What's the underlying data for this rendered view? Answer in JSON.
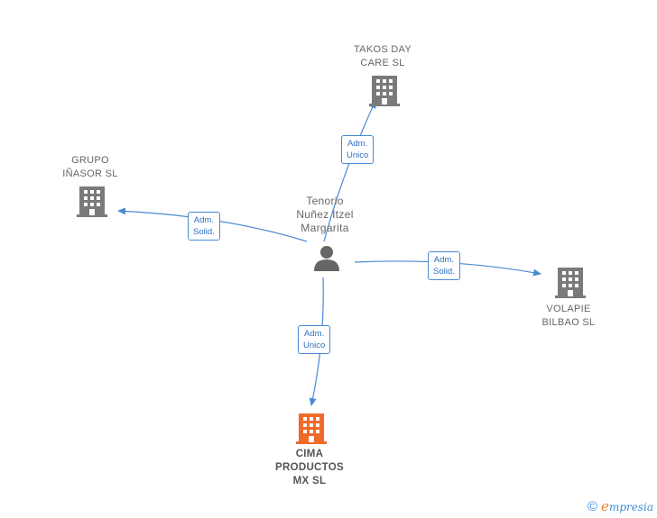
{
  "center": {
    "lines": [
      "Tenorio",
      "Nuñez Itzel",
      "Margarita"
    ],
    "icon": "person-icon",
    "color": "#666666"
  },
  "companies": [
    {
      "id": "takos",
      "lines": [
        "TAKOS DAY",
        "CARE  SL"
      ],
      "icon": "building-icon",
      "color": "#7a7a7a"
    },
    {
      "id": "grupo",
      "lines": [
        "GRUPO",
        "IÑASOR  SL"
      ],
      "icon": "building-icon",
      "color": "#7a7a7a"
    },
    {
      "id": "volapie",
      "lines": [
        "VOLAPIE",
        "BILBAO  SL"
      ],
      "icon": "building-icon",
      "color": "#7a7a7a"
    },
    {
      "id": "cima",
      "lines": [
        "CIMA",
        "PRODUCTOS",
        "MX  SL"
      ],
      "icon": "building-icon",
      "color": "#f06a2a",
      "highlight": true
    }
  ],
  "relations": [
    {
      "to": "takos",
      "lines": [
        "Adm.",
        "Unico"
      ]
    },
    {
      "to": "grupo",
      "lines": [
        "Adm.",
        "Solid."
      ]
    },
    {
      "to": "volapie",
      "lines": [
        "Adm.",
        "Solid."
      ]
    },
    {
      "to": "cima",
      "lines": [
        "Adm.",
        "Unico"
      ]
    }
  ],
  "colors": {
    "edge": "#4a8ad4",
    "edge_label_text": "#2e6fbf"
  },
  "footer": {
    "copyright": "©",
    "brand_initial": "e",
    "brand_rest": "mpresia"
  }
}
